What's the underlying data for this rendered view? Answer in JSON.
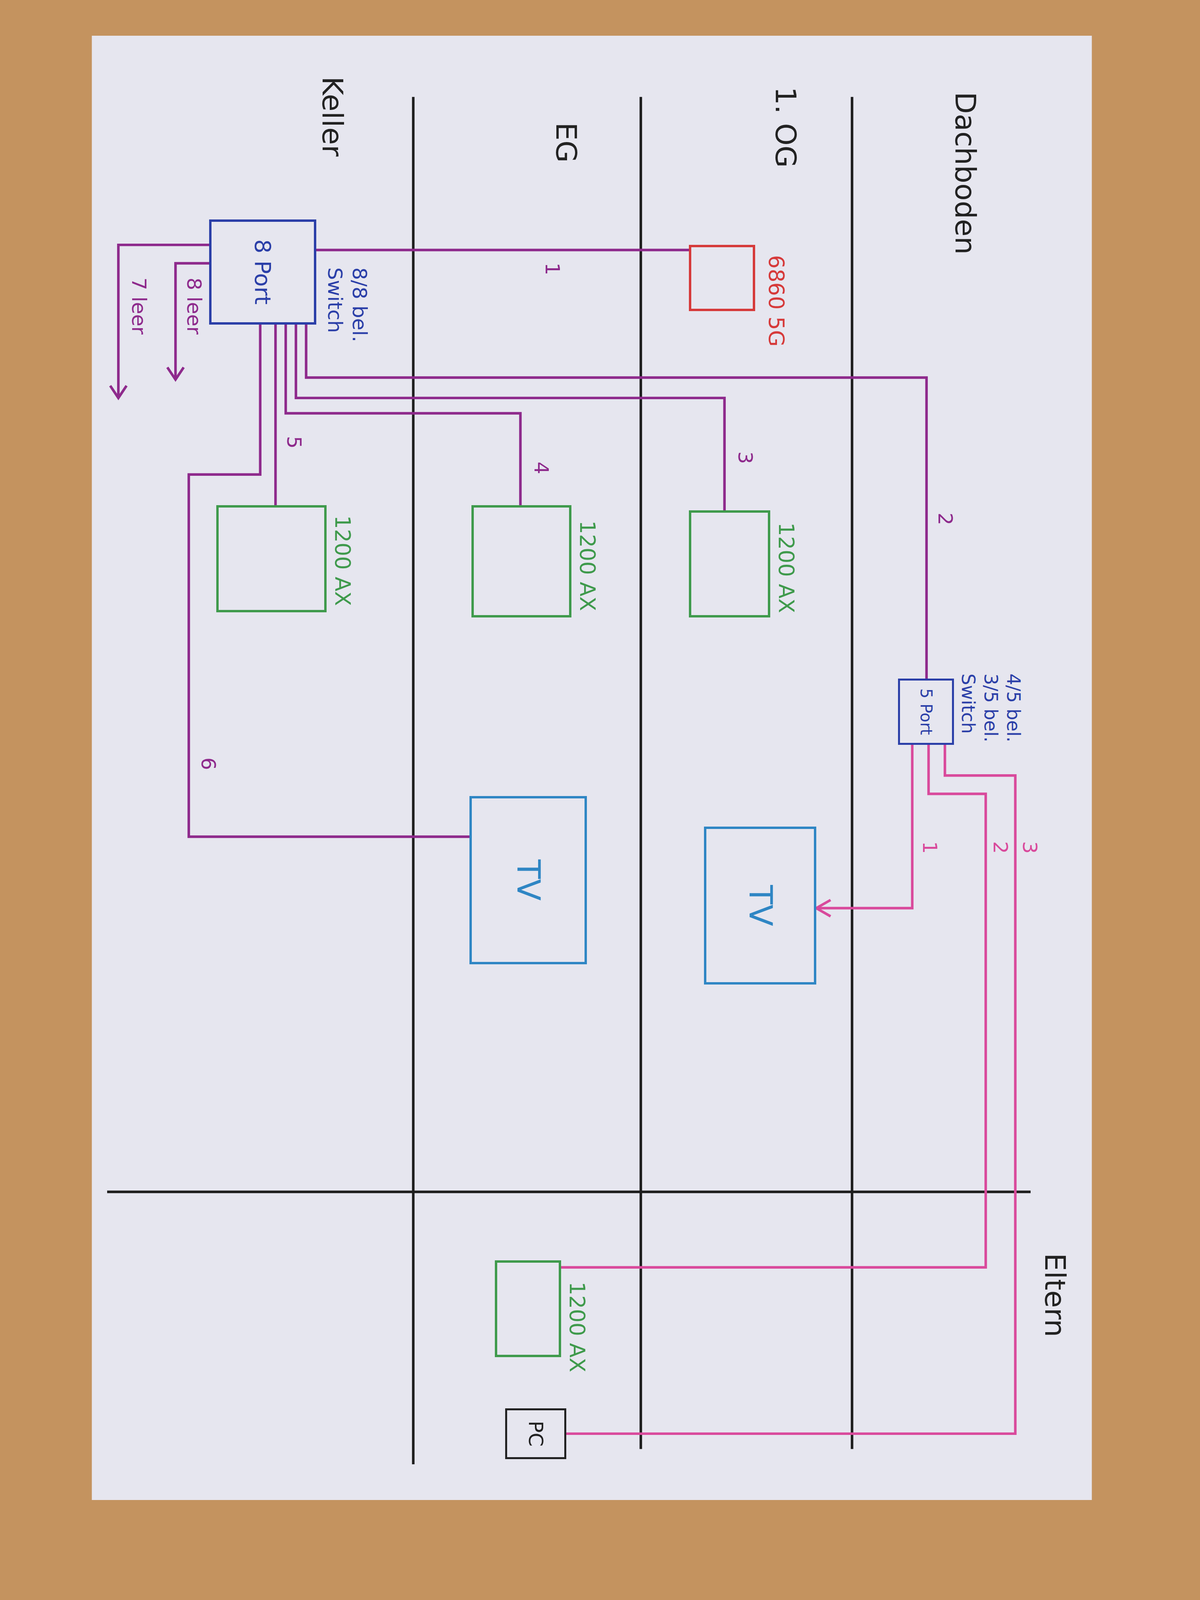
{
  "diagram": {
    "nodes": [
      {
        "text": [
          "4/5 bel.",
          "3/5 bel.",
          "Switch",
          "5 Port"
        ]
      },
      {
        "text": [
          "6860 5G"
        ]
      },
      {
        "text": [
          "1200 AX"
        ]
      },
      {
        "text": [
          "TV"
        ]
      },
      {
        "text": [
          "1200 AX"
        ]
      },
      {
        "text": [
          "TV"
        ]
      },
      {
        "text": [
          "1200 AX"
        ]
      },
      {
        "text": [
          "PC"
        ]
      },
      {
        "text": [
          "8/8 bel.",
          "Switch",
          "8 Port"
        ]
      },
      {
        "text": [
          "1200 AX"
        ]
      }
    ],
    "edges": [
      {
        "from": 8,
        "to": 1,
        "arrow": "none",
        "label": "1"
      },
      {
        "from": 8,
        "to": 0,
        "arrow": "none",
        "label": "2"
      },
      {
        "from": 8,
        "to": 2,
        "arrow": "none",
        "label": "3"
      },
      {
        "from": 8,
        "to": 4,
        "arrow": "none",
        "label": "4"
      },
      {
        "from": 8,
        "to": 9,
        "arrow": "none",
        "label": "5"
      },
      {
        "from": 8,
        "to": 5,
        "arrow": "none",
        "label": "6"
      },
      {
        "from": 0,
        "to": 3,
        "arrow": "to",
        "label": "1"
      },
      {
        "from": 0,
        "to": 6,
        "arrow": "none",
        "label": "2"
      },
      {
        "from": 0,
        "to": 7,
        "arrow": "none",
        "label": "3"
      }
    ],
    "labels": [
      "Dachboden",
      "1. OG",
      "EG",
      "Keller",
      "Eltern",
      "8 leer",
      "7 leer"
    ]
  }
}
